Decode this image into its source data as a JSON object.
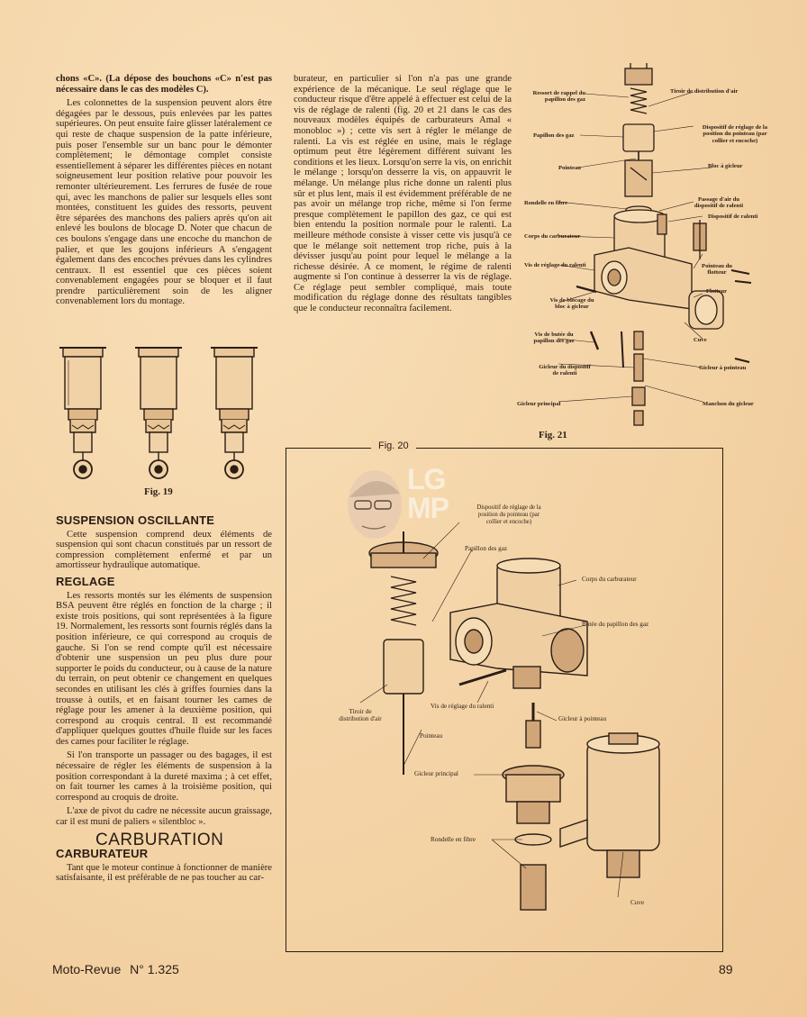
{
  "left_column": {
    "intro_paragraph": "chons «C». (La dépose des bouchons «C» n'est pas nécessaire dans le cas des modèles C).",
    "paragraph_1": "Les colonnettes de la suspension peuvent alors être dégagées par le dessous, puis enlevées par les pattes supérieures. On peut ensuite faire glisser latéralement ce qui reste de chaque suspension de la patte inférieure, puis poser l'ensemble sur un banc pour le démonter complètement; le démontage complet consiste essentiellement à séparer les différentes pièces en notant soigneusement leur position relative pour pouvoir les remonter ultérieurement. Les ferrures de fusée de roue qui, avec les manchons de palier sur lesquels elles sont montées, constituent les guides des ressorts, peuvent être séparées des manchons des paliers après qu'on ait enlevé les boulons de blocage D. Noter que chacun de ces boulons s'engage dans une encoche du manchon de palier, et que les goujons inférieurs A s'engagent également dans des encoches prévues dans les cylindres centraux. Il est essentiel que ces pièces soient convenablement engagées pour se bloquer et il faut prendre particulièrement soin de les aligner convenablement lors du montage.",
    "fig19_caption": "Fig. 19",
    "heading_suspension": "SUSPENSION OSCILLANTE",
    "paragraph_suspension": "Cette suspension comprend deux éléments de suspension qui sont chacun constitués par un ressort de compression complètement enfermé et par un amortisseur hydraulique automatique.",
    "heading_reglage": "REGLAGE",
    "paragraph_reglage_1": "Les ressorts montés sur les éléments de suspension BSA peuvent être réglés en fonction de la charge ; il existe trois positions, qui sont représentées à la figure 19. Normalement, les ressorts sont fournis réglés dans la position inférieure, ce qui correspond au croquis de gauche. Si l'on se rend compte qu'il est nécessaire d'obtenir une suspension un peu plus dure pour supporter le poids du conducteur, ou à cause de la nature du terrain, on peut obtenir ce changement en quelques secondes en utilisant les clés à griffes fournies dans la trousse à outils, et en faisant tourner les cames de réglage pour les amener à la deuxième position, qui correspond au croquis central. Il est recommandé d'appliquer quelques gouttes d'huile fluide sur les faces des cames pour faciliter le réglage.",
    "paragraph_reglage_2": "Si l'on transporte un passager ou des bagages, il est nécessaire de régler les éléments de suspension à la position correspondant à la dureté maxima ; à cet effet, on fait tourner les cames à la troisième position, qui correspond au croquis de droite.",
    "paragraph_reglage_3": "L'axe de pivot du cadre ne nécessite aucun graissage, car il est muni de paliers « silentbloc ».",
    "heading_carburation": "CARBURATION",
    "heading_carburateur": "CARBURATEUR",
    "paragraph_carburateur": "Tant que le moteur continue à fonctionner de manière satisfaisante, il est préférable de ne pas toucher au car-"
  },
  "middle_column": {
    "paragraph": "burateur, en particulier si l'on n'a pas une grande expérience de la mécanique. Le seul réglage que le conducteur risque d'être appelé à effectuer est celui de la vis de réglage de ralenti (fig. 20 et 21 dans le cas des nouveaux modèles équipés de carburateurs Amal « monobloc ») ; cette vis sert à régler le mélange de ralenti. La vis est réglée en usine, mais le réglage optimum peut être légèrement différent suivant les conditions et les lieux. Lorsqu'on serre la vis, on enrichit le mélange ; lorsqu'on desserre la vis, on appauvrit le mélange. Un mélange plus riche donne un ralenti plus sûr et plus lent, mais il est évidemment préférable de ne pas avoir un mélange trop riche, même si l'on ferme presque complètement le papillon des gaz, ce qui est bien entendu la position normale pour le ralenti. La meilleure méthode consiste à visser cette vis jusqu'à ce que le mélange soit nettement trop riche, puis à la dévisser jusqu'au point pour lequel le mélange a la richesse désirée. A ce moment, le régime de ralenti augmente si l'on continue à desserrer la vis de réglage. Ce réglage peut sembler compliqué, mais toute modification du réglage donne des résultats tangibles que le conducteur reconnaîtra facilement."
  },
  "fig21": {
    "caption": "Fig. 21",
    "labels": {
      "ressort": "Ressort de rappel du\npapillon des gaz",
      "tiroir": "Tiroir de distribution d'air",
      "dispositif_pointeau": "Dispositif de réglage de la\nposition du pointeau (par\ncollier et encoche)",
      "papillon": "Papillon des gaz",
      "pointeau": "Pointeau",
      "bloc_gicleur": "Bloc à gicleur",
      "rondelle": "Rondelle en fibre",
      "passage_air": "Passage d'air du\ndispositif de ralenti",
      "dispositif_ralenti": "Dispositif de ralenti",
      "corps": "Corps du carburateur",
      "vis_ralenti": "Vis de réglage du ralenti",
      "pointeau_flotteur": "Pointeau du\nflotteur",
      "flotteur": "Flotteur",
      "vis_blocage": "Vis de blocage du\nbloc à gicleur",
      "vis_butee": "Vis de butée du\npapillon des gaz",
      "cuve": "Cuve",
      "gicleur_dispositif": "Gicleur du dispositif\nde ralenti",
      "gicleur_pointeau": "Gicleur à pointeau",
      "gicleur_principal": "Gicleur principal",
      "manchon": "Manchon du gicleur"
    }
  },
  "fig20": {
    "caption": "Fig. 20",
    "watermark": "LG\nMP",
    "labels": {
      "dispositif_pointeau": "Dispositif de réglage de la\nposition du pointeau (par\ncollier et encoche)",
      "papillon": "Papillon des gaz",
      "corps": "Corps du carburateur",
      "butee": "Butée du papillon des gaz",
      "tiroir": "Tiroir de\ndistribution d'air",
      "vis_ralenti": "Vis de réglage du ralenti",
      "pointeau": "Pointeau",
      "gicleur_pointeau": "Gicleur à pointeau",
      "gicleur_principal": "Gicleur principal",
      "rondelle": "Rondelle en fibre",
      "cuve": "Cuve"
    }
  },
  "footer": {
    "publication": "Moto-Revue",
    "issue": "N° 1.325",
    "page_number": "89"
  }
}
